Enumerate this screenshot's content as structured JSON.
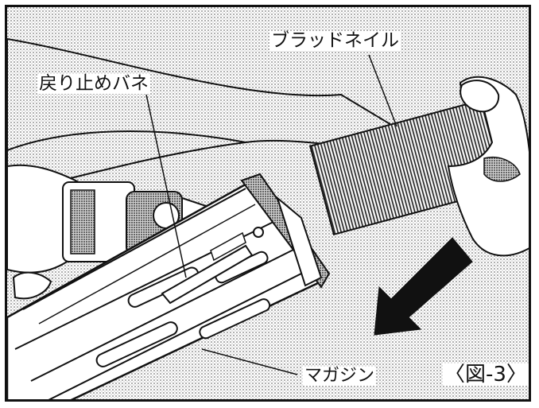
{
  "labels": {
    "brad_nail": "ブラッドネイル",
    "return_stop_spring": "戻り止めバネ",
    "magazine": "マガジン",
    "figure": "〈図-3〉"
  },
  "icons": {
    "insert_direction": "arrow-down-left-icon"
  },
  "colors": {
    "ink": "#111111",
    "paper": "#ffffff",
    "halftone": "#8a8a8a"
  }
}
